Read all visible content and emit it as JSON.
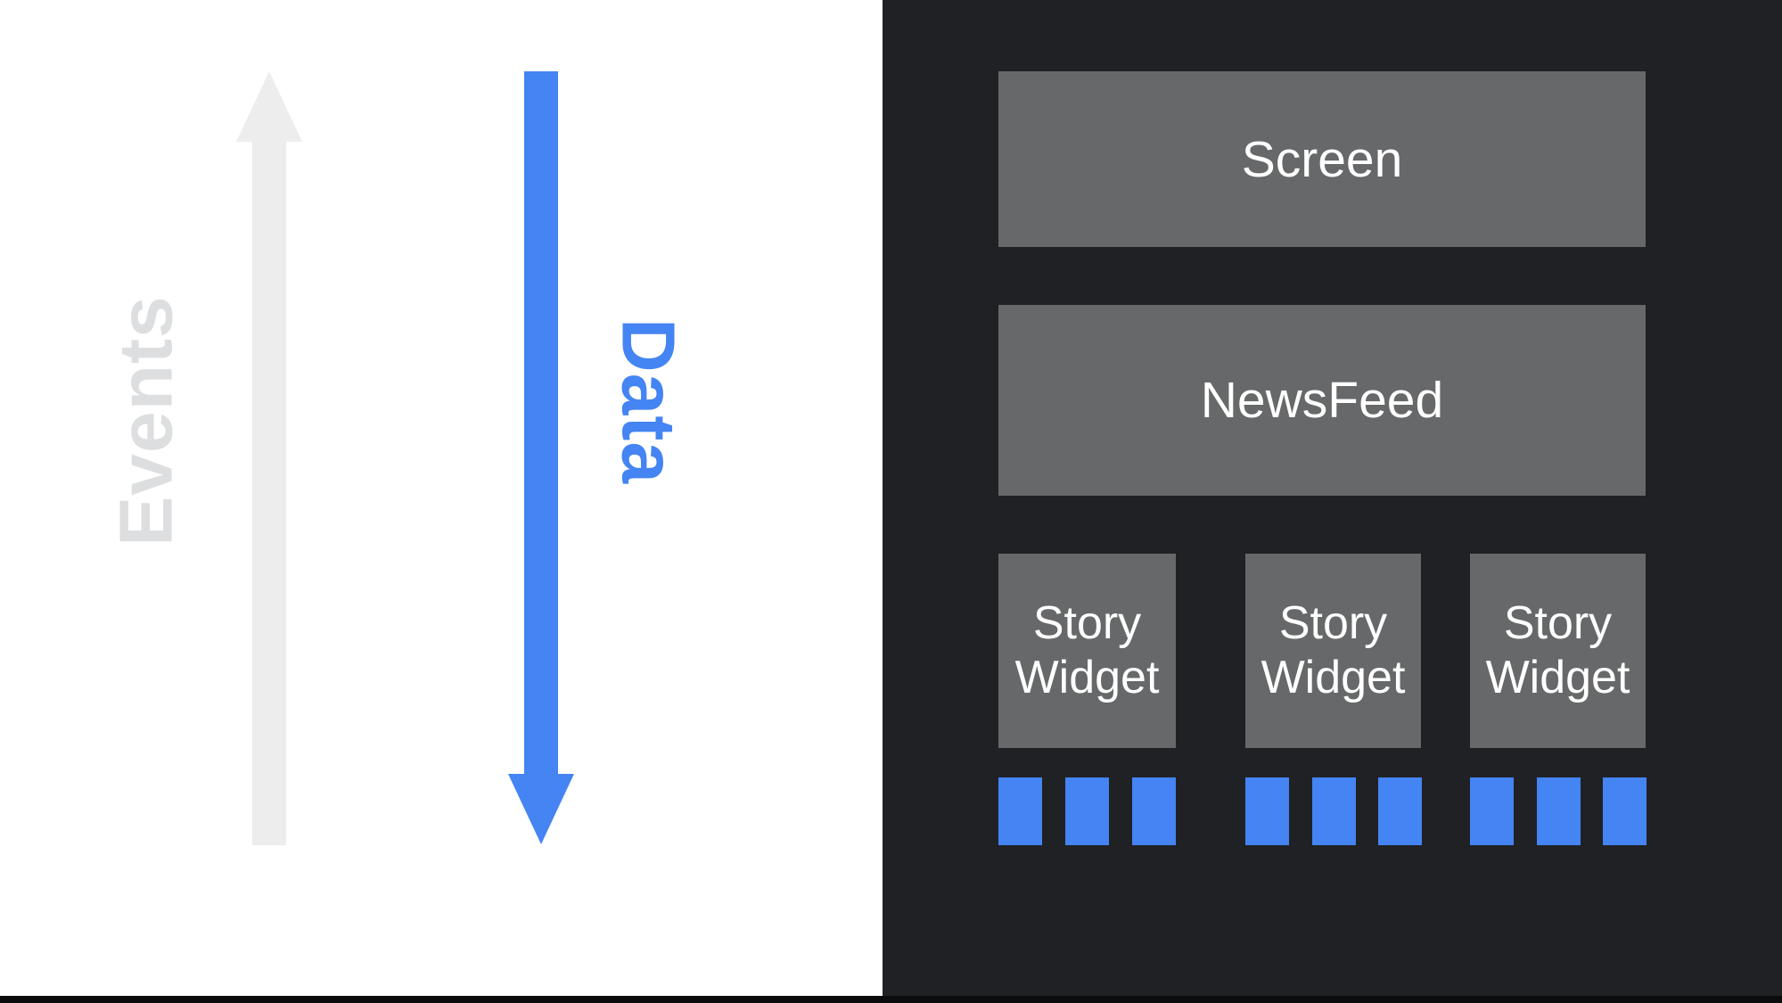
{
  "flow": {
    "events_label": "Events",
    "data_label": "Data"
  },
  "tree": {
    "screen_label": "Screen",
    "newsfeed_label": "NewsFeed",
    "story_widgets": [
      {
        "label": "Story Widget",
        "item_blocks": 3
      },
      {
        "label": "Story Widget",
        "item_blocks": 3
      },
      {
        "label": "Story Widget",
        "item_blocks": 3
      }
    ]
  },
  "colors": {
    "accent-blue": "#4484f3",
    "panel-dark": "#202125",
    "box-gray": "#676869",
    "arrow-gray": "#ededee",
    "events-gray": "#dcdee0",
    "page-white": "#ffffff",
    "label-white": "#ffffff",
    "slide-edge-dark": "#0b0c0e"
  }
}
